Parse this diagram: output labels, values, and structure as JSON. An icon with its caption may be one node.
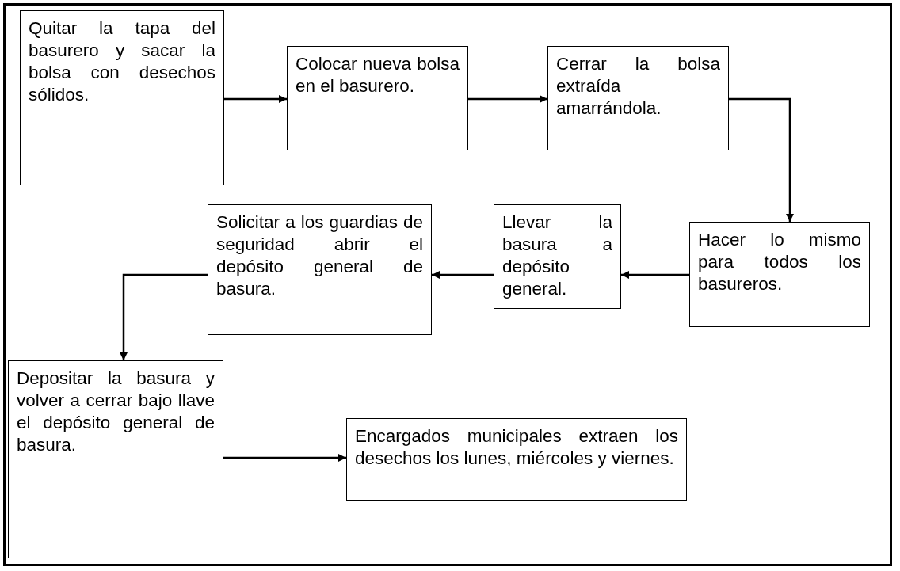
{
  "diagram": {
    "nodes": [
      {
        "text": [
          "Quitar la tapa del basurero y sacar la bolsa con desechos sólidos."
        ]
      },
      {
        "text": [
          "Colocar nueva bolsa en el basurero."
        ]
      },
      {
        "text": [
          "Cerrar la bolsa extraída amarrándola."
        ]
      },
      {
        "text": [
          "Hacer lo mismo para todos los basureros."
        ]
      },
      {
        "text": [
          "Llevar la basura a depósito general."
        ]
      },
      {
        "text": [
          "Solicitar a los guardias de seguridad abrir el depósito general de basura."
        ]
      },
      {
        "text": [
          "Depositar la basura y volver a cerrar bajo llave el depósito general de basura."
        ]
      },
      {
        "text": [
          "Encargados municipales extraen los desechos los lunes, miércoles y viernes."
        ]
      }
    ],
    "edges": [
      {
        "from": 0,
        "to": 1,
        "arrow": "to"
      },
      {
        "from": 1,
        "to": 2,
        "arrow": "to"
      },
      {
        "from": 2,
        "to": 3,
        "arrow": "to"
      },
      {
        "from": 3,
        "to": 4,
        "arrow": "to"
      },
      {
        "from": 4,
        "to": 5,
        "arrow": "to"
      },
      {
        "from": 5,
        "to": 6,
        "arrow": "to"
      },
      {
        "from": 6,
        "to": 7,
        "arrow": "to"
      }
    ]
  }
}
